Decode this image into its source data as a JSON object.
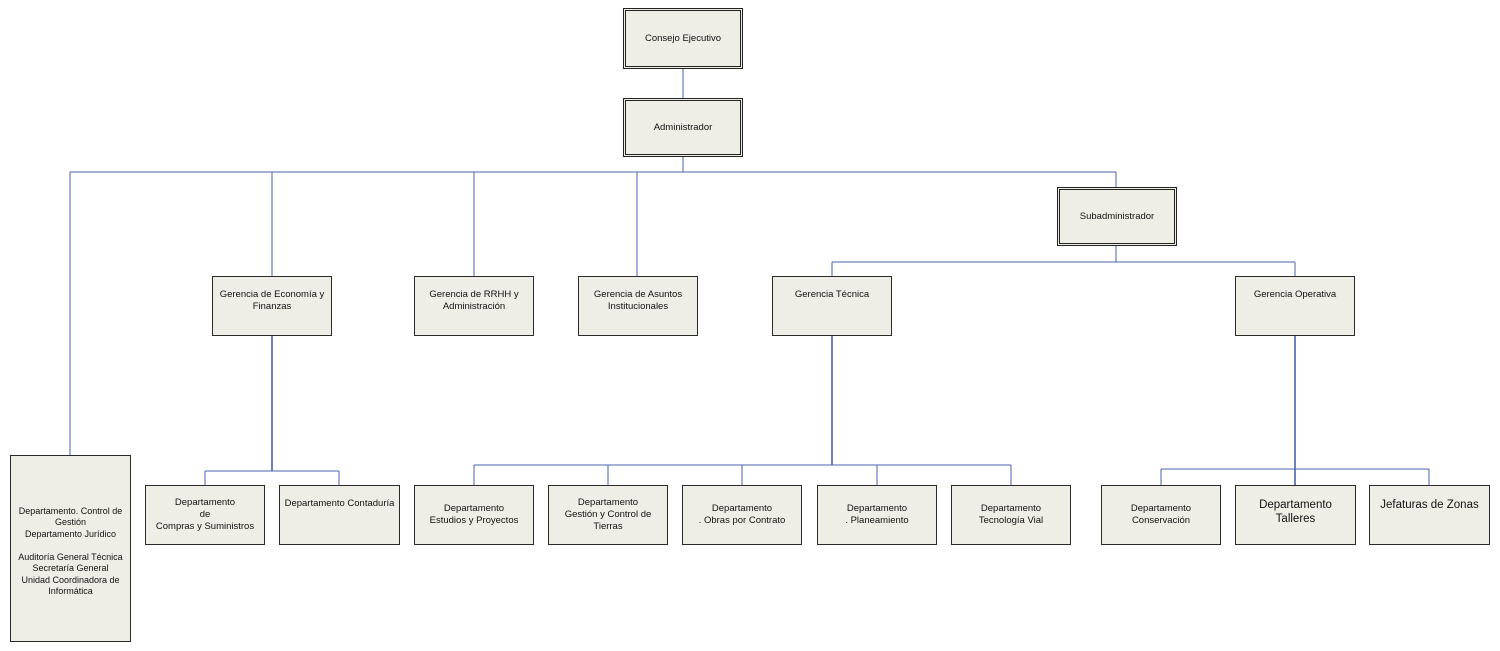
{
  "nodes": {
    "consejo": "Consejo Ejecutivo",
    "administrador": "Administrador",
    "subadministrador": "Subadministrador",
    "ger_economia": "Gerencia de Economía y\nFinanzas",
    "ger_rrhh": "Gerencia de RRHH y\nAdministración",
    "ger_asuntos": "Gerencia de Asuntos\nInstitucionales",
    "ger_tecnica": "Gerencia Técnica",
    "ger_operativa": "Gerencia Operativa",
    "staff": "Departamento. Control de\nGestión\nDepartamento Jurídico\n\nAuditoría General Técnica\nSecretaría General\nUnidad Coordinadora de\nInformática",
    "dep_compras": "Departamento\nde\nCompras y Suministros",
    "dep_contaduria": "Departamento  Contaduría",
    "dep_estudios": "Departamento\nEstudios y Proyectos",
    "dep_gestion_tierras": "Departamento\nGestión y Control de Tierras",
    "dep_obras": "Departamento\n. Obras por Contrato",
    "dep_planeamiento": "Departamento\n. Planeamiento",
    "dep_tecnologia": "Departamento\nTecnología Vial",
    "dep_conservacion": "Departamento\nConservación",
    "dep_talleres": "Departamento Talleres",
    "jefaturas": "Jefaturas de Zonas"
  },
  "colors": {
    "connector": "#4a63a8",
    "box_fill": "#efeee6",
    "box_border": "#2b2b2b"
  }
}
